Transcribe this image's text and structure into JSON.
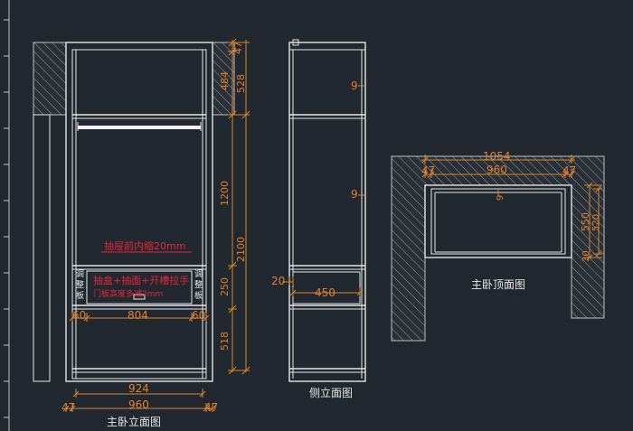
{
  "views": {
    "front": {
      "title": "主卧立面图",
      "dims": {
        "top_47": "47",
        "d484": "484",
        "d528": "528",
        "d1200": "1200",
        "d2100": "2100",
        "d250": "250",
        "d518": "518",
        "inner_804": "804",
        "left_60": "60",
        "right_60": "60",
        "w924": "924",
        "w960": "960",
        "bottom_left_47": "47",
        "bottom_right_47": "47"
      },
      "notes": {
        "drawer_inset": "抽屉前内缩20mm",
        "drawer_line1": "抽盒+抽面+开槽拉手",
        "drawer_line2": "门板高度多减2mm",
        "left_side_chars": [
          "调",
          "整",
          "板"
        ],
        "right_side_chars": [
          "调",
          "整",
          "板"
        ]
      }
    },
    "side": {
      "title": "侧立面图",
      "dims": {
        "upper_9": "9",
        "mid_9": "9",
        "d20": "20",
        "d450": "450"
      }
    },
    "top": {
      "title": "主卧顶面图",
      "dims": {
        "w1054": "1054",
        "w960": "960",
        "left_47": "47",
        "right_47": "47",
        "center_9": "9",
        "h550": "550",
        "h520": "520",
        "d30": "30"
      }
    }
  }
}
